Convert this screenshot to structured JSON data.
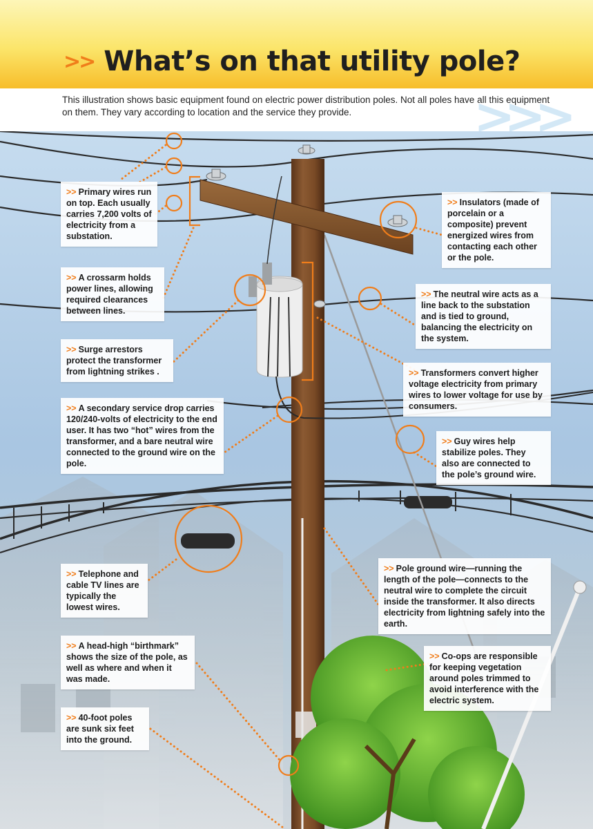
{
  "header": {
    "title_prefix": ">>",
    "title": "What’s on that utility pole?",
    "intro": "This illustration shows basic equipment found on electric power distribution poles. Not all poles have all this equipment on them. They vary according to location and the service they provide."
  },
  "callout_marker": ">>",
  "callouts": {
    "primary_wires": "Primary wires run on top. Each usually carries 7,200 volts of electricity from a substation.",
    "crossarm": "A crossarm holds power lines, allowing required clearances between lines.",
    "surge_arrestors": "Surge arrestors protect the transformer from lightning strikes .",
    "secondary_drop": "A secondary service drop carries 120/240-volts of electricity to the end user. It has two “hot” wires from the transformer, and a bare neutral wire connected to the ground wire on the pole.",
    "telephone": "Telephone and cable TV lines are typically the lowest wires.",
    "birthmark": "A head-high “birthmark” shows the size of the pole, as well as where and when it was made.",
    "forty_foot": "40-foot poles are sunk six feet into the ground.",
    "insulators": "Insulators (made of porcelain or a composite) prevent energized wires from contacting each other or the pole.",
    "neutral_wire": "The neutral wire acts as a line back to the substation and is tied to ground, balancing the electricity on the system.",
    "transformers": "Transformers convert higher voltage electricity from primary wires to lower voltage for use by consumers.",
    "guy_wires": "Guy wires help stabilize poles. They also are connected to the pole’s ground wire.",
    "ground_wire": "Pole ground wire—running the length of the pole—connects to the neutral wire to complete the circuit inside the transformer. It also directs electricity from lightning safely into the earth.",
    "coops": "Co-ops are responsible for keeping vegetation around poles trimmed to avoid interference with the electric system."
  },
  "colors": {
    "accent": "#f07d1a",
    "pole": "#7a4a26",
    "title_band": "#f9cf45"
  }
}
